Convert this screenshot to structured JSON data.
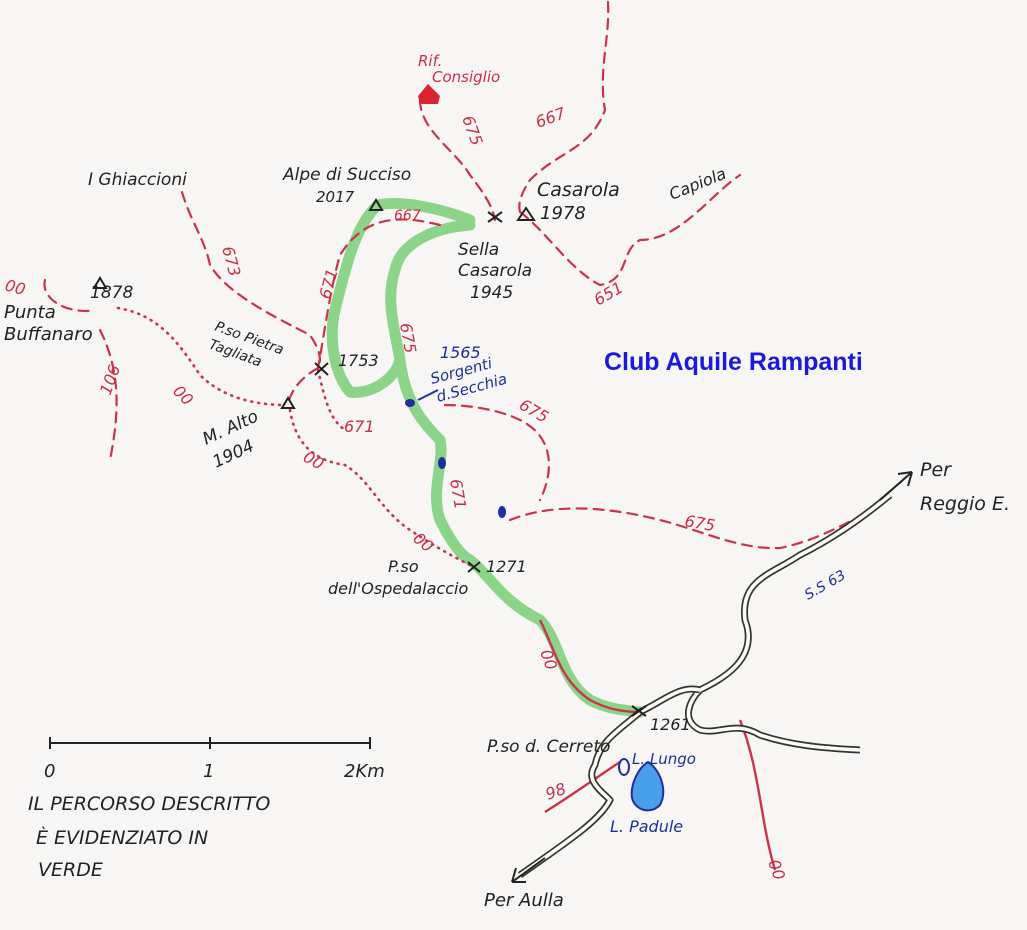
{
  "club_name": "Club Aquile Rampanti",
  "places": {
    "rif_line1": "Rif.",
    "rif_line2": "Consiglio",
    "ghiaccioni": "I Ghiaccioni",
    "alpe_line1": "Alpe di Succiso",
    "alpe_line2": "2017",
    "casarola_line1": "Casarola",
    "casarola_line2": "1978",
    "capiola": "Capiola",
    "sella_line1": "Sella",
    "sella_line2": "Casarola",
    "sella_line3": "1945",
    "punta_line1": "Punta",
    "punta_line2": "Buffanaro",
    "punta_alt": "1878",
    "pietra_line1": "P.so Pietra",
    "pietra_line2": "Tagliata",
    "pietra_alt": "1753",
    "sorgenti_line1": "1565",
    "sorgenti_line2": "Sorgenti",
    "sorgenti_line3": "d.Secchia",
    "malto_line1": "M. Alto",
    "malto_line2": "1904",
    "ospedalaccio_line1": "P.so",
    "ospedalaccio_line2": "dell'Ospedalaccio",
    "ospedalaccio_alt": "1271",
    "reggio_line1": "Per",
    "reggio_line2": "Reggio E.",
    "ss63": "S.S 63",
    "cerreto": "P.so d. Cerreto",
    "cerreto_alt": "1261",
    "lungo": "L. Lungo",
    "padule": "L. Padule",
    "aulla": "Per Aulla"
  },
  "trail_numbers": {
    "t675a": "675",
    "t667a": "667",
    "t667b": "667",
    "t673": "673",
    "t671a": "671",
    "t675b": "675",
    "t651": "651",
    "t00a": "00",
    "t106": "106",
    "t00b": "00",
    "t671b": "671",
    "t675c": "675",
    "t00c": "00",
    "t671c": "671",
    "t675d": "675",
    "t00d": "00",
    "t00e": "00",
    "t98": "98",
    "t00f": "00"
  },
  "scale": {
    "tick0": "0",
    "tick1": "1",
    "tick2": "2Km"
  },
  "note": {
    "line1": "IL PERCORSO DESCRITTO",
    "line2": "È EVIDENZIATO IN",
    "line3": "VERDE"
  },
  "colors": {
    "trail": "#c8344a",
    "highlight_route": "#7fd07e",
    "water": "#1f2f9a",
    "club_text": "#1a1ad8"
  }
}
